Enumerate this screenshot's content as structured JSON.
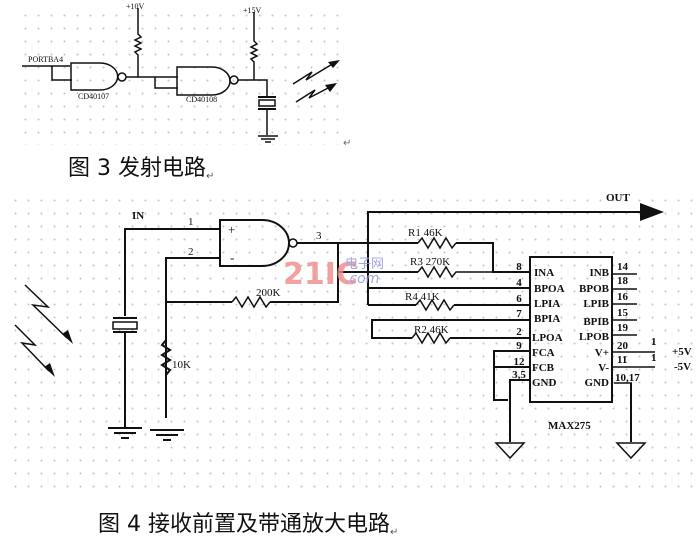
{
  "figure3": {
    "caption": "图 3 发射电路",
    "caption_mark": "↵",
    "input_label": "PORTBA4",
    "gate1_label": "CD40107",
    "gate2_label": "CD40108",
    "supply1_label": "+10V",
    "supply2_label": "+15V",
    "components": [
      "nand-gate",
      "nand-gate",
      "pull-up-resistor",
      "pull-up-resistor",
      "ultrasonic-transducer",
      "ground"
    ]
  },
  "figure4": {
    "caption": "图 4 接收前置及带通放大电路",
    "caption_mark": "↵",
    "input_label": "IN",
    "output_label": "OUT",
    "opamp_pins": {
      "plus": "+",
      "minus": "-",
      "pin1": "1",
      "pin2": "2",
      "pin3": "3"
    },
    "resistors": {
      "feedback": "200K",
      "ground": "10K",
      "r1": "R1  46K",
      "r3": "R3  270K",
      "r4": "R4  41K",
      "r2": "R2 46K"
    },
    "chip": {
      "name": "MAX275",
      "left_pins": [
        {
          "num": "8",
          "name": "INA"
        },
        {
          "num": "4",
          "name": "BPOA"
        },
        {
          "num": "6",
          "name": "LPIA"
        },
        {
          "num": "7",
          "name": "BPIA"
        },
        {
          "num": "2",
          "name": "LPOA"
        },
        {
          "num": "9",
          "name": "FCA"
        },
        {
          "num": "12",
          "name": "FCB"
        },
        {
          "num": "3,5",
          "name": "GND"
        }
      ],
      "right_pins": [
        {
          "num": "14",
          "name": "INB"
        },
        {
          "num": "18",
          "name": "BPOB"
        },
        {
          "num": "16",
          "name": "LPIB"
        },
        {
          "num": "15",
          "name": "BPIB"
        },
        {
          "num": "19",
          "name": "LPOB"
        },
        {
          "num": "20",
          "name": "V+"
        },
        {
          "num": "11",
          "name": "V-"
        },
        {
          "num": "10,17",
          "name": "GND"
        }
      ]
    },
    "supply": {
      "vplus_label": "+5V",
      "vminus_label": "-5V",
      "vplus_cap": "1",
      "vminus_cap": "1"
    }
  },
  "watermark": {
    "brand": "21IC",
    "cn": "电子网",
    "domain": ".com",
    "brand_color": "#f08a8a",
    "domain_color": "#8a90d8"
  }
}
